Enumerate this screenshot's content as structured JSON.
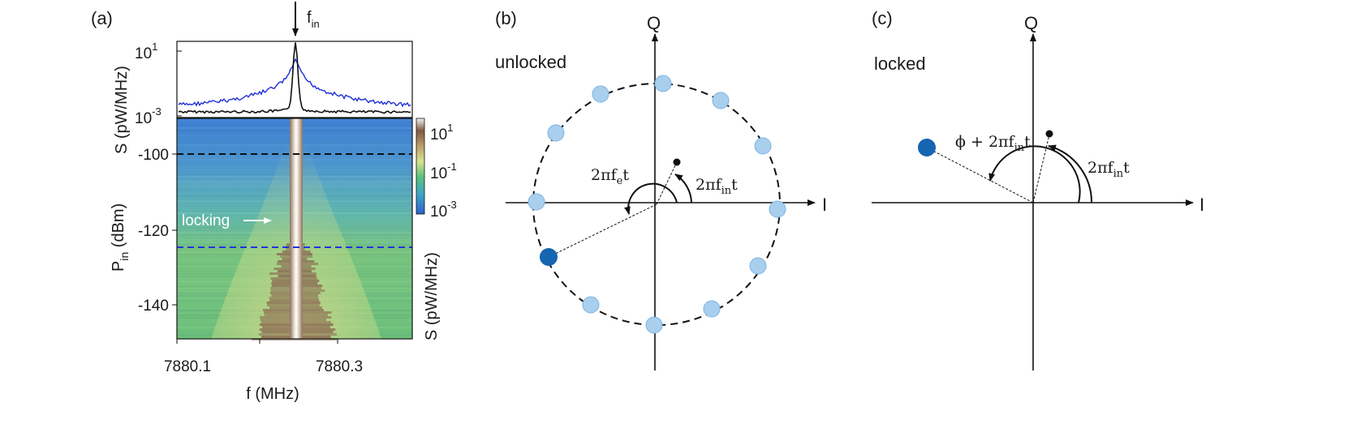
{
  "panels": {
    "a": {
      "label": "(a)",
      "arrow_label": "f",
      "arrow_label_sub": "in",
      "spectrum": {
        "ylabel": "S (pW/MHz)",
        "ytick_top": "10",
        "ytick_top_exp": "1",
        "ytick_bottom": "10",
        "ytick_bottom_exp": "-3",
        "trace_colors": {
          "unlocked": "#1f2fd6",
          "locked": "#111111"
        }
      },
      "map": {
        "ylabel": "P",
        "ylabel_sub": "in",
        "ylabel_unit": " (dBm)",
        "yticks": [
          "-100",
          "-120",
          "-140"
        ],
        "xticks": [
          "7880.1",
          "7880.3"
        ],
        "xlabel": "f (MHz)",
        "annotation": "locking",
        "dashed_line_colors": {
          "upper": "#111111",
          "lower": "#2233dd"
        }
      },
      "colorbar": {
        "ticks": [
          {
            "base": "10",
            "exp": "1"
          },
          {
            "base": "10",
            "exp": "-1"
          },
          {
            "base": "10",
            "exp": "-3"
          }
        ],
        "label": "S (pW/MHz)"
      }
    },
    "b": {
      "label": "(b)",
      "state": "unlocked",
      "axis_q": "Q",
      "axis_i": "I",
      "angle_e": "2πf",
      "angle_e_sub": "e",
      "angle_e_end": "t",
      "angle_in": "2πf",
      "angle_in_sub": "in",
      "angle_in_end": "t",
      "colors": {
        "faint_point": "#a9cfee",
        "solid_point": "#1565b0"
      }
    },
    "c": {
      "label": "(c)",
      "state": "locked",
      "axis_q": "Q",
      "axis_i": "I",
      "phase": "ϕ + 2πf",
      "phase_sub": "in",
      "phase_end": "t",
      "angle_in": "2πf",
      "angle_in_sub": "in",
      "angle_in_end": "t",
      "colors": {
        "solid_point": "#1565b0"
      }
    }
  }
}
